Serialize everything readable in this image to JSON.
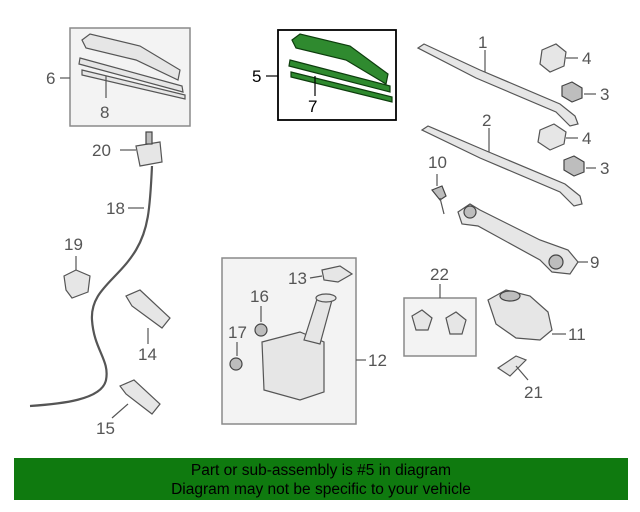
{
  "colors": {
    "highlight": "#2f8a2f",
    "banner": "#0f7a0f",
    "part_line": "#555555"
  },
  "callouts": {
    "p1": "1",
    "p2": "2",
    "p3a": "3",
    "p3b": "3",
    "p4a": "4",
    "p4b": "4",
    "p5": "5",
    "p6": "6",
    "p7": "7",
    "p8": "8",
    "p9": "9",
    "p10": "10",
    "p11": "11",
    "p12": "12",
    "p13": "13",
    "p14": "14",
    "p15": "15",
    "p16": "16",
    "p17": "17",
    "p18": "18",
    "p19": "19",
    "p20": "20",
    "p21": "21",
    "p22": "22"
  },
  "banner": {
    "line1": "Part or sub-assembly is #5 in diagram",
    "line2": "Diagram may not be specific to your vehicle"
  }
}
